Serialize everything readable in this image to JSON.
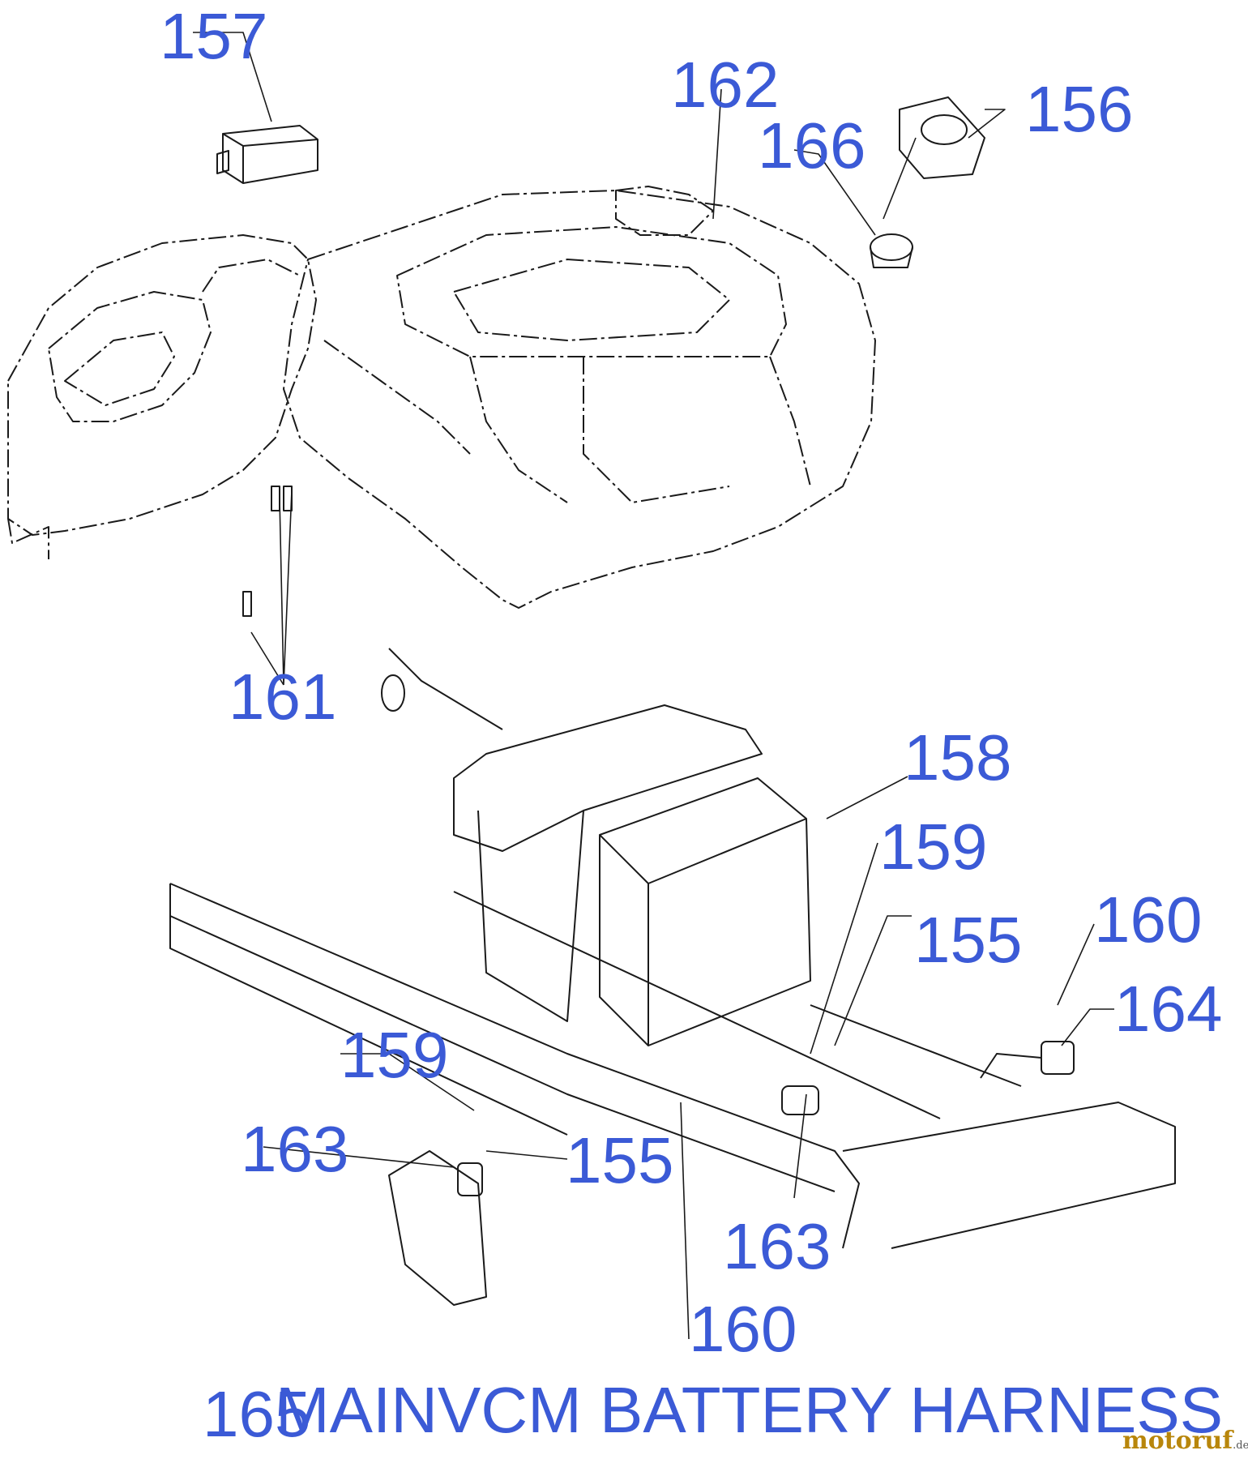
{
  "callouts": [
    {
      "id": "157",
      "label": "157"
    },
    {
      "id": "162",
      "label": "162"
    },
    {
      "id": "166",
      "label": "166"
    },
    {
      "id": "156",
      "label": "156"
    },
    {
      "id": "161",
      "label": "161"
    },
    {
      "id": "158",
      "label": "158"
    },
    {
      "id": "159a",
      "label": "159"
    },
    {
      "id": "155a",
      "label": "155"
    },
    {
      "id": "160a",
      "label": "160"
    },
    {
      "id": "164",
      "label": "164"
    },
    {
      "id": "159b",
      "label": "159"
    },
    {
      "id": "163a",
      "label": "163"
    },
    {
      "id": "155b",
      "label": "155"
    },
    {
      "id": "163b",
      "label": "163"
    },
    {
      "id": "160b",
      "label": "160"
    }
  ],
  "footer": {
    "number": "165",
    "title": "MAINVCM BATTERY HARNESS"
  },
  "watermark": {
    "text": "motoruf",
    "suffix": ".de",
    "color": "#b8860b"
  },
  "colors": {
    "callout": "#3b5ad6",
    "line_art": "#1a1a1a"
  }
}
